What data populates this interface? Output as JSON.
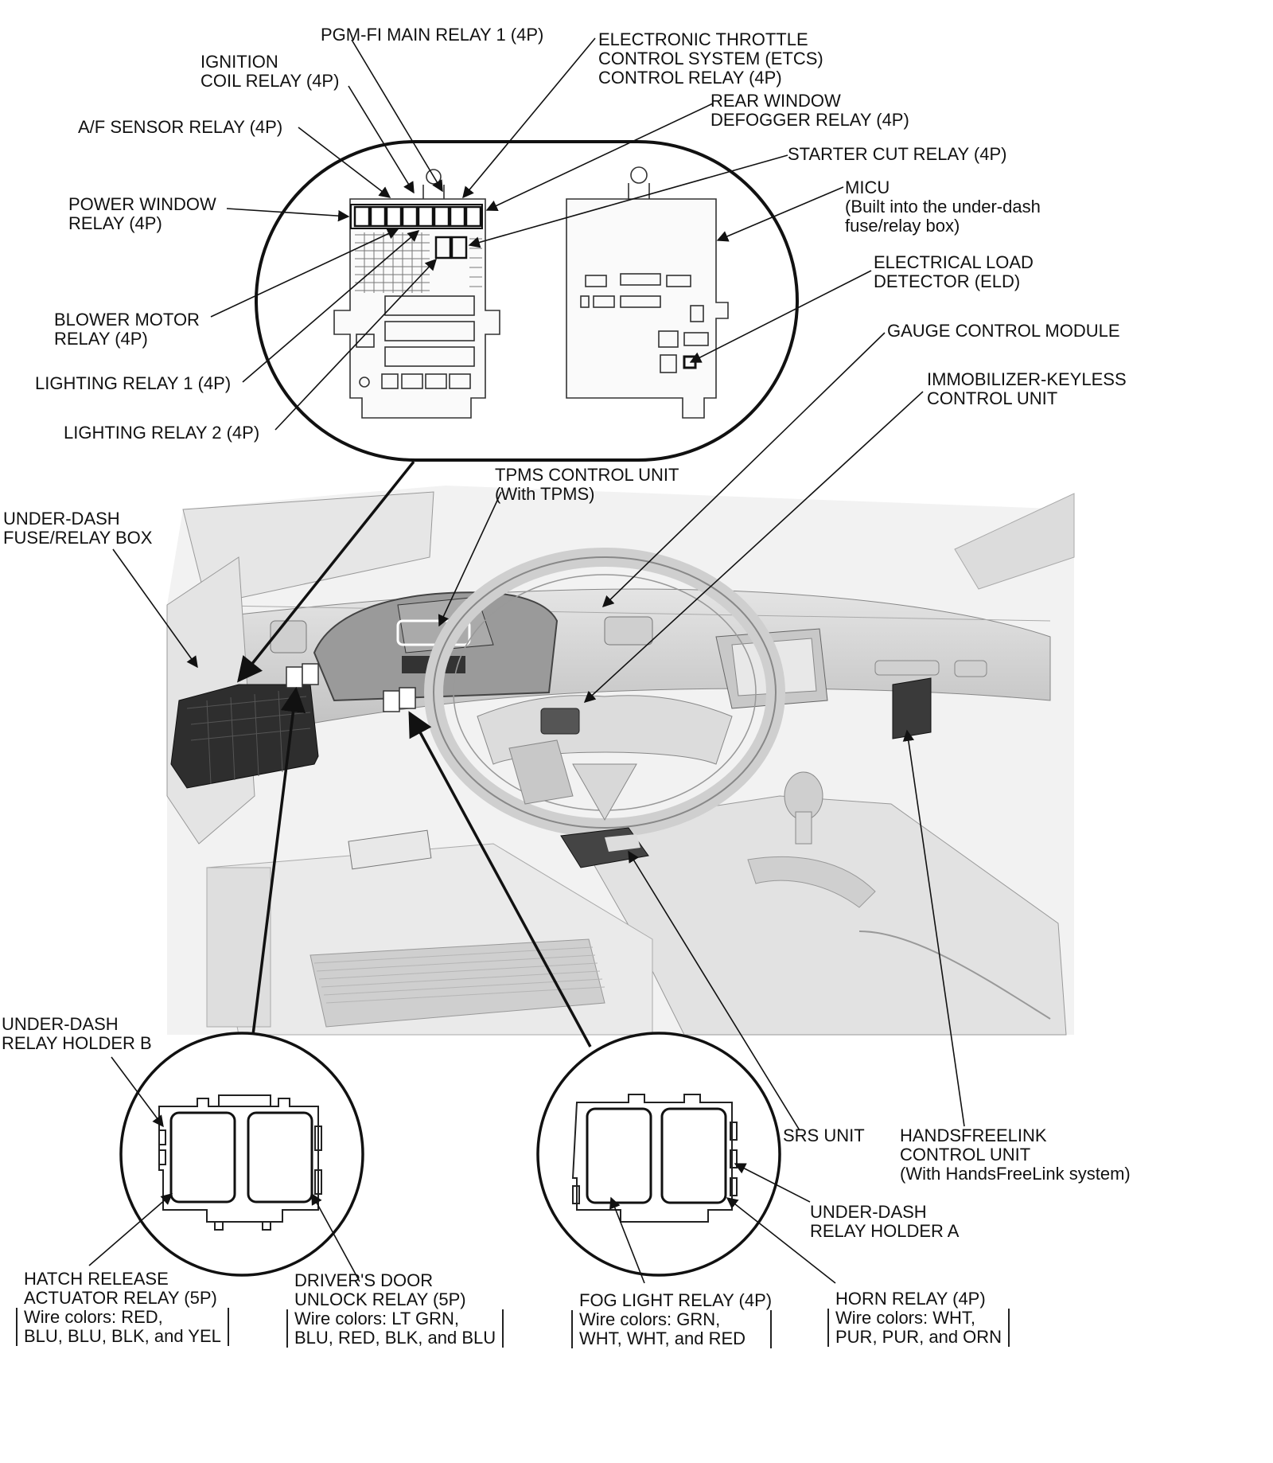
{
  "labels": {
    "pgmfi": [
      "PGM-FI MAIN RELAY 1 (4P)"
    ],
    "etcs": [
      "ELECTRONIC THROTTLE",
      "CONTROL SYSTEM (ETCS)",
      "CONTROL RELAY (4P)"
    ],
    "ignition": [
      "IGNITION",
      "COIL RELAY (4P)"
    ],
    "rear_defogger": [
      "REAR WINDOW",
      "DEFOGGER RELAY (4P)"
    ],
    "af_sensor": [
      "A/F SENSOR RELAY (4P)"
    ],
    "starter_cut": [
      "STARTER CUT RELAY (4P)"
    ],
    "power_window": [
      "POWER WINDOW",
      "RELAY (4P)"
    ],
    "micu": [
      "MICU",
      "(Built into the under-dash",
      "fuse/relay box)"
    ],
    "eld": [
      "ELECTRICAL LOAD",
      "DETECTOR (ELD)"
    ],
    "blower": [
      "BLOWER MOTOR",
      "RELAY (4P)"
    ],
    "gauge": [
      "GAUGE CONTROL MODULE"
    ],
    "lighting1": [
      "LIGHTING RELAY 1 (4P)"
    ],
    "immobilizer": [
      "IMMOBILIZER-KEYLESS",
      "CONTROL UNIT"
    ],
    "lighting2": [
      "LIGHTING RELAY 2 (4P)"
    ],
    "tpms": [
      "TPMS CONTROL UNIT",
      "(With TPMS)"
    ],
    "underdash_box": [
      "UNDER-DASH",
      "FUSE/RELAY BOX"
    ],
    "holder_b": [
      "UNDER-DASH",
      "RELAY HOLDER B"
    ],
    "srs": [
      "SRS UNIT"
    ],
    "handsfree": [
      "HANDSFREELINK",
      "CONTROL UNIT",
      "(With HandsFreeLink system)"
    ],
    "holder_a": [
      "UNDER-DASH",
      "RELAY HOLDER A"
    ],
    "hatch_title": [
      "HATCH RELEASE",
      "ACTUATOR RELAY (5P)"
    ],
    "hatch_wires": [
      "Wire colors: RED,",
      "BLU, BLU, BLK, and YEL"
    ],
    "driver_title": [
      "DRIVER'S DOOR",
      "UNLOCK RELAY (5P)"
    ],
    "driver_wires": [
      "Wire colors: LT GRN,",
      "BLU, RED, BLK, and BLU"
    ],
    "fog_title": [
      "FOG LIGHT RELAY (4P)"
    ],
    "fog_wires": [
      "Wire colors: GRN,",
      "WHT, WHT, and RED"
    ],
    "horn_title": [
      "HORN RELAY (4P)"
    ],
    "horn_wires": [
      "Wire colors: WHT,",
      "PUR, PUR, and ORN"
    ]
  }
}
